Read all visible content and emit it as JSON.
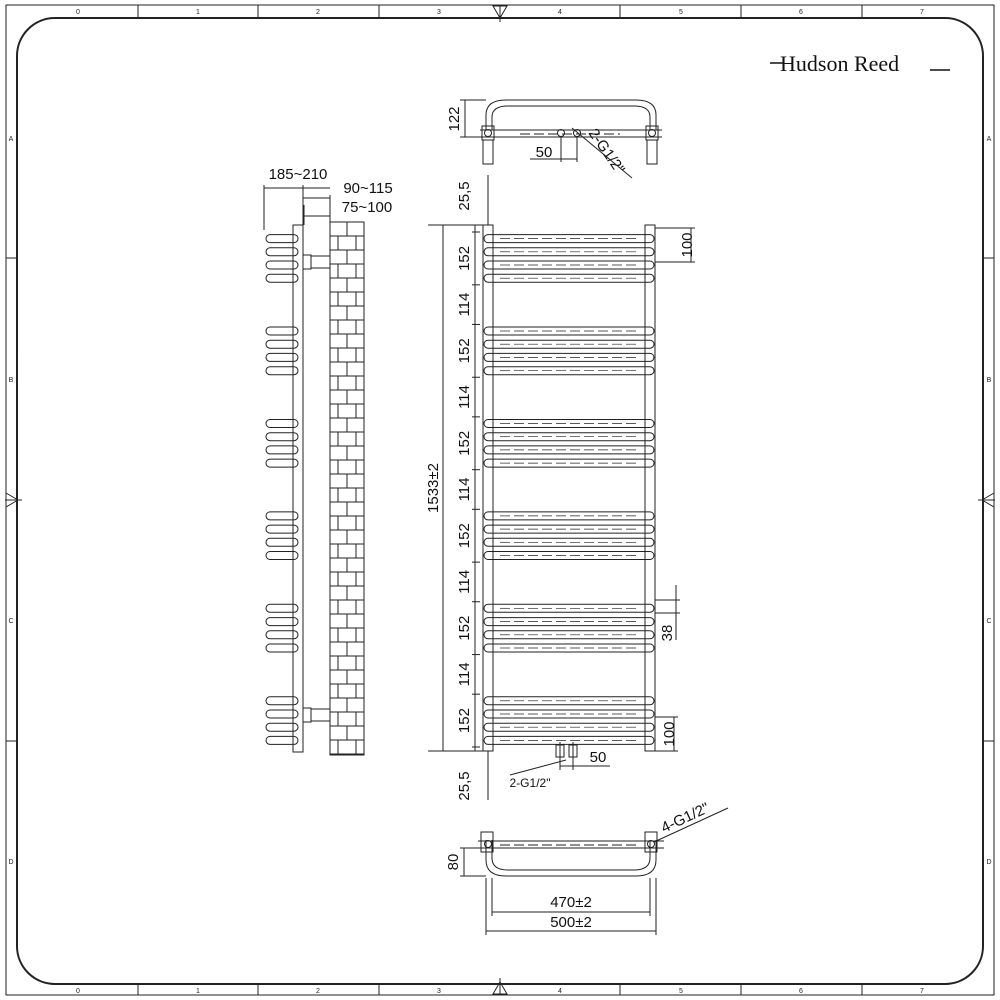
{
  "brand": {
    "name": "Hudson Reed"
  },
  "ruler": {
    "columns": [
      "0",
      "1",
      "2",
      "3",
      "4",
      "5",
      "6",
      "7"
    ],
    "rows": [
      "A",
      "B",
      "C",
      "D"
    ]
  },
  "top_view": {
    "depth": "122",
    "spacing": "50",
    "thread": "2-G1/2\""
  },
  "side_view": {
    "overall": "185~210",
    "offset": "90~115",
    "bracket": "75~100"
  },
  "front_view": {
    "top_gap": "25,5",
    "bottom_gap": "25,5",
    "height": "1533±2",
    "segments": [
      "152",
      "114",
      "152",
      "114",
      "152",
      "114",
      "152",
      "114",
      "152",
      "114",
      "152"
    ],
    "top_pipe": "100",
    "bottom_pipe": "100",
    "bar_pitch": "38",
    "inlet_spacing": "50",
    "inlet_thread": "2-G1/2\""
  },
  "bottom_view": {
    "depth": "80",
    "inner_width": "470±2",
    "outer_width": "500±2",
    "thread": "4-G1/2\""
  }
}
